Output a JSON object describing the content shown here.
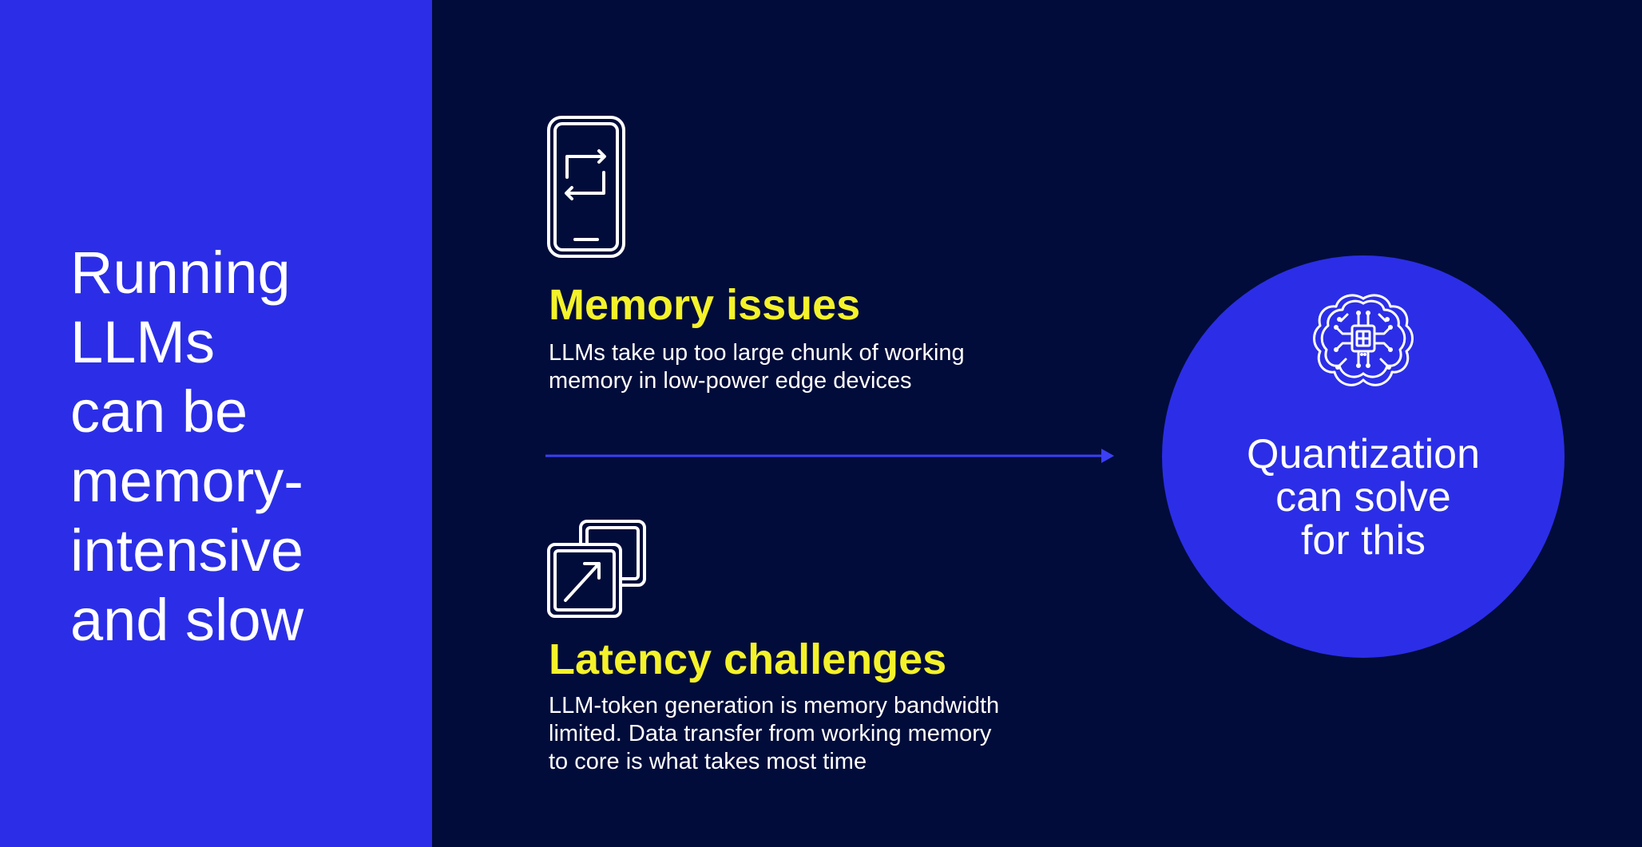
{
  "headline": {
    "lines": [
      "Running",
      "LLMs",
      "can be",
      "memory-",
      "intensive",
      "and slow"
    ]
  },
  "issues": [
    {
      "icon": "phone-rotate-icon",
      "title": "Memory issues",
      "body_lines": [
        "LLMs take up too large chunk of working",
        "memory in low-power edge devices"
      ]
    },
    {
      "icon": "layers-arrow-icon",
      "title": "Latency challenges",
      "body_lines": [
        "LLM-token generation is memory bandwidth",
        "limited. Data transfer from working memory",
        "to core is what takes most time"
      ]
    }
  ],
  "solution": {
    "icon": "brain-chip-icon",
    "lines": [
      "Quantization",
      "can solve",
      "for this"
    ]
  },
  "colors": {
    "left_panel": "#2b2ee6",
    "right_panel": "#020c3a",
    "accent_yellow": "#f4f22a",
    "circle": "#2b2ee6",
    "arrow": "#3b3ff5",
    "text": "#ffffff"
  }
}
